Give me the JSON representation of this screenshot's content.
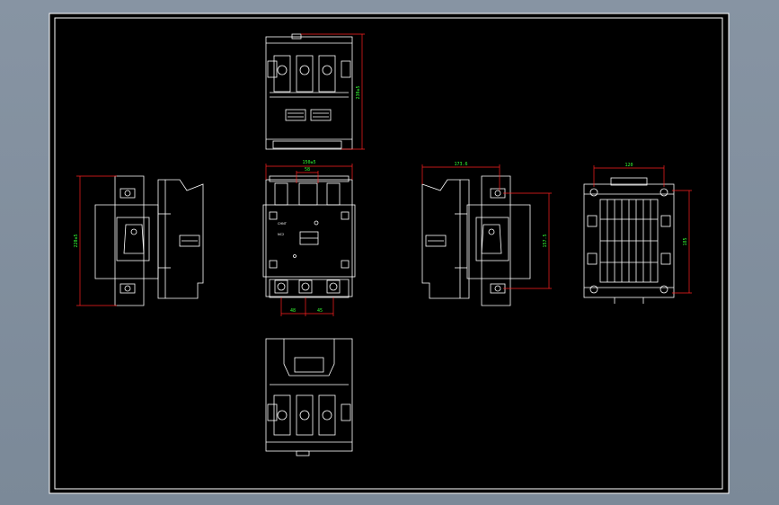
{
  "colors": {
    "background": "#000000",
    "frame": "#ffffff",
    "outline": "#ffffff",
    "dimension_line": "#ff2020",
    "dimension_text": "#33ff33",
    "viewport": "#7f8d9c"
  },
  "dimensions": {
    "top_height": "230±5",
    "left_height": "220±5",
    "front_width": "150±5",
    "front_top_small": "58",
    "front_bottom_left": "48",
    "front_bottom_right": "45",
    "right_width": "173.6",
    "right_height": "157.5",
    "rear_width": "120",
    "rear_height": "185"
  },
  "nameplate": {
    "brand": "CHNT",
    "model": "NC2"
  }
}
